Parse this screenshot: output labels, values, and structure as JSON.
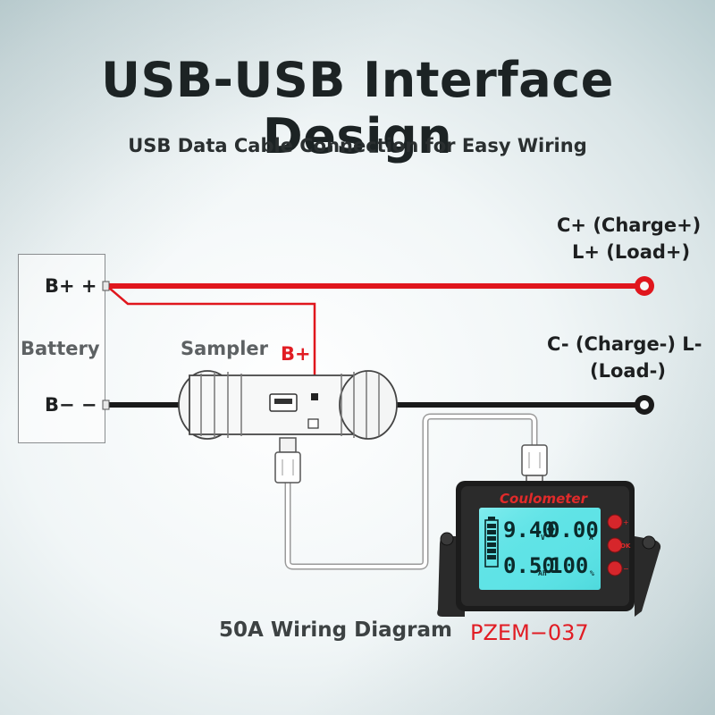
{
  "title": "USB-USB Interface Design",
  "subtitle": "USB Data Cable Connection for Easy Wiring",
  "labels": {
    "charge_plus": "C+ (Charge+)",
    "load_plus": "L+ (Load+)",
    "charge_minus": "C- (Charge-) L-",
    "load_minus": "(Load-)",
    "b_plus": "B+ +",
    "b_minus": "B− −",
    "battery": "Battery",
    "sampler": "Sampler",
    "sampler_b_plus": "B+",
    "wiring_diagram": "50A Wiring Diagram",
    "model": "PZEM−037"
  },
  "meter": {
    "brand": "Coulometer",
    "voltage": "9.40",
    "voltage_unit": "V",
    "current": "0.00",
    "current_unit": "A",
    "capacity": "0.50",
    "capacity_unit": "Ah",
    "percent": "100",
    "percent_unit": "%",
    "button_top_mark": "+",
    "button_mid_mark": "OK",
    "button_bot_mark": "−"
  },
  "colors": {
    "positive_wire": "#e0161d",
    "negative_wire": "#1a1a1a",
    "lcd_backlight": "#5fe3e6",
    "brand_text": "#e02a2a",
    "button_red": "#d6262b"
  },
  "icons": {
    "positive_terminal": "ring-terminal-red",
    "negative_terminal": "ring-terminal-black",
    "battery_gauge": "battery-level-icon"
  }
}
